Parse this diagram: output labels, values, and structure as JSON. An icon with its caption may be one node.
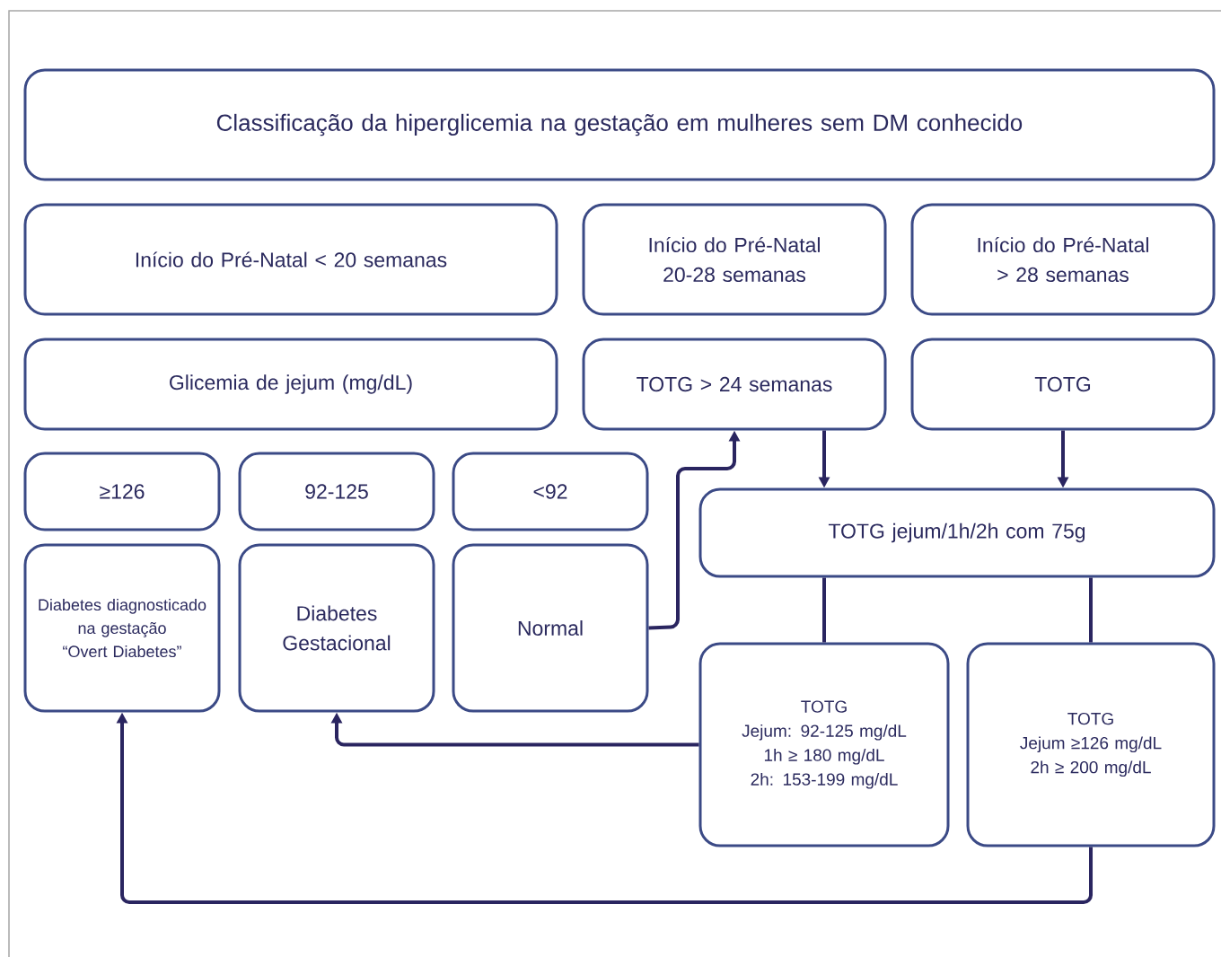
{
  "diagram": {
    "nodes": [
      {
        "text": [
          "Classificação da hiperglicemia na gestação em mulheres sem DM conhecido"
        ]
      },
      {
        "text": [
          "Início do Pré-Natal < 20 semanas"
        ]
      },
      {
        "text": [
          "Início do Pré-Natal 20-28 semanas"
        ]
      },
      {
        "text": [
          "Início do Pré-Natal > 28 semanas"
        ]
      },
      {
        "text": [
          "Glicemia de jejum (mg/dL)"
        ]
      },
      {
        "text": [
          "TOTG > 24 semanas"
        ]
      },
      {
        "text": [
          "TOTG"
        ]
      },
      {
        "text": [
          "≥126"
        ]
      },
      {
        "text": [
          "92-125"
        ]
      },
      {
        "text": [
          "<92"
        ]
      },
      {
        "text": [
          "TOTG jejum/1h/2h com 75g"
        ]
      },
      {
        "text": [
          "Diabetes diagnosticado na gestação “Overt Diabetes”"
        ]
      },
      {
        "text": [
          "Diabetes Gestacional"
        ]
      },
      {
        "text": [
          "Normal"
        ]
      },
      {
        "text": [
          "TOTG",
          "Jejum: 92-125 mg/dL",
          "1h ≥ 180 mg/dL",
          "2h: 153-199 mg/dL"
        ]
      },
      {
        "text": [
          "TOTG",
          "Jejum ≥126 mg/dL",
          "2h ≥ 200 mg/dL"
        ]
      }
    ],
    "edges": [
      {
        "from": 13,
        "to": 5,
        "arrow": "to"
      },
      {
        "from": 5,
        "to": 10,
        "arrow": "to"
      },
      {
        "from": 6,
        "to": 10,
        "arrow": "to"
      },
      {
        "from": 10,
        "to": 14,
        "arrow": "none"
      },
      {
        "from": 10,
        "to": 15,
        "arrow": "none"
      },
      {
        "from": 14,
        "to": 12,
        "arrow": "to"
      },
      {
        "from": 15,
        "to": 11,
        "arrow": "to"
      }
    ]
  }
}
